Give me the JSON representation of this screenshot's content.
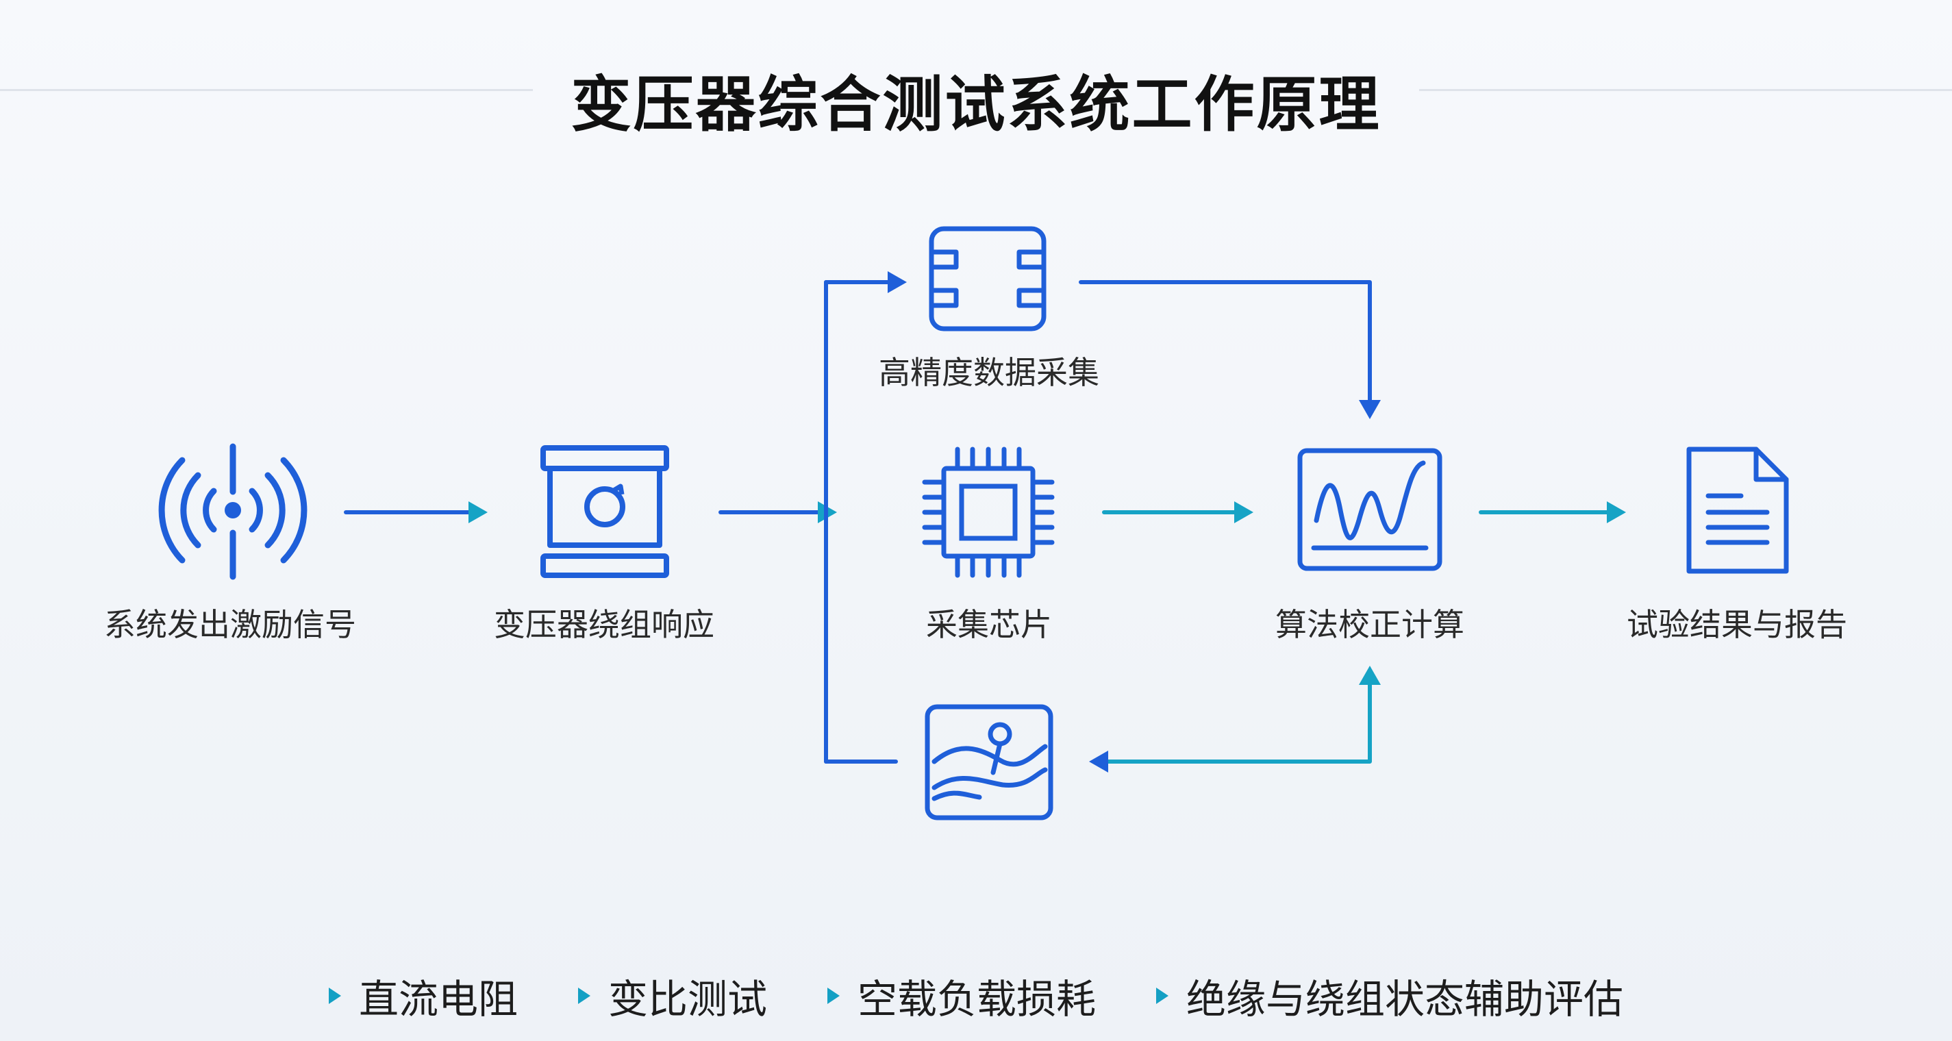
{
  "title": "变压器综合测试系统工作原理",
  "nodes": {
    "signal": {
      "label": "系统发出激励信号",
      "icon": "wireless-signal-icon"
    },
    "winding": {
      "label": "变压器绕组响应",
      "icon": "transformer-winding-icon"
    },
    "high_precision": {
      "label": "高精度数据采集",
      "icon": "data-acquisition-board-icon"
    },
    "chip": {
      "label": "采集芯片",
      "icon": "chip-icon"
    },
    "waveform_map": {
      "label": "",
      "icon": "waveform-map-icon"
    },
    "algorithm": {
      "label": "算法校正计算",
      "icon": "waveform-chart-icon"
    },
    "report": {
      "label": "试验结果与报告",
      "icon": "document-report-icon"
    }
  },
  "features": [
    {
      "label": "直流电阻"
    },
    {
      "label": "变比测试"
    },
    {
      "label": "空载负载损耗"
    },
    {
      "label": "绝缘与绕组状态辅助评估"
    }
  ],
  "colors": {
    "blue": "#1f5fd9",
    "teal": "#16a3c5",
    "title": "#111111",
    "text": "#2a2a2a"
  }
}
